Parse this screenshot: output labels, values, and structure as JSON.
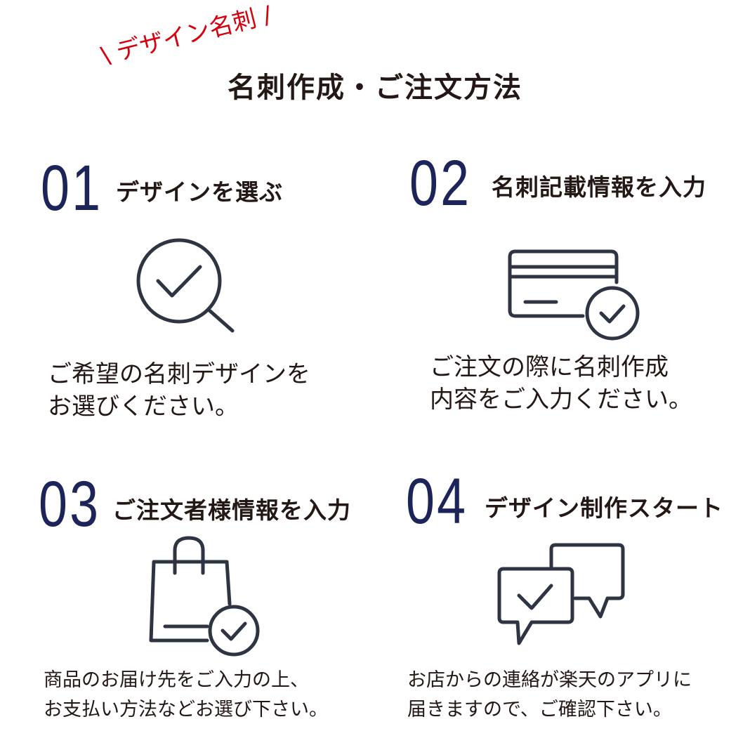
{
  "header": {
    "tag": "\\ デザイン名刺 /",
    "title": "名刺作成・ご注文方法"
  },
  "colors": {
    "accent_red": "#d7000f",
    "number_navy": "#1d2459",
    "icon_stroke": "#2e3442"
  },
  "steps": [
    {
      "number": "01",
      "title": "デザインを選ぶ",
      "icon": "magnifier-check-icon",
      "body": "ご希望の名刺デザインを\nお選びください。"
    },
    {
      "number": "02",
      "title": "名刺記載情報を入力",
      "icon": "credit-card-check-icon",
      "body": "ご注文の際に名刺作成\n内容をご入力ください。"
    },
    {
      "number": "03",
      "title": "ご注文者様情報を入力",
      "icon": "shopping-bag-check-icon",
      "body": "商品のお届け先をご入力の上、\nお支払い方法などお選び下さい。"
    },
    {
      "number": "04",
      "title": "デザイン制作スタート",
      "icon": "chat-check-icon",
      "body": "お店からの連絡が楽天のアプリに\n届きますので、ご確認下さい。"
    }
  ]
}
